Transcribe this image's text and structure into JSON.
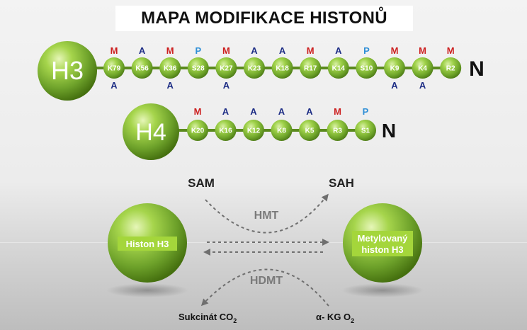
{
  "title": "MAPA MODIFIKACE HISTONŮ",
  "colors": {
    "M": "#cc1f1f",
    "A": "#1f2f86",
    "P": "#2f8fd6",
    "bead": "#8dc63f",
    "arrow": "#6f6f6f",
    "arrow_label": "#7a7a7a"
  },
  "h3": {
    "name": "H3",
    "terminal": "N",
    "residues": [
      "K79",
      "K56",
      "K36",
      "S28",
      "K27",
      "K23",
      "K18",
      "R17",
      "K14",
      "S10",
      "K9",
      "K4",
      "R2"
    ],
    "top_marks": [
      "M",
      "A",
      "M",
      "P",
      "M",
      "A",
      "A",
      "M",
      "A",
      "P",
      "M",
      "M",
      "M"
    ],
    "bottom_marks": [
      "A",
      "",
      "A",
      "",
      "A",
      "",
      "",
      "",
      "",
      "",
      "A",
      "A",
      ""
    ]
  },
  "h4": {
    "name": "H4",
    "terminal": "N",
    "residues": [
      "K20",
      "K16",
      "K12",
      "K8",
      "K5",
      "R3",
      "S1"
    ],
    "top_marks": [
      "M",
      "A",
      "A",
      "A",
      "A",
      "M",
      "P"
    ]
  },
  "reaction": {
    "substrate": "Histon H3",
    "product_line1": "Metylovaný",
    "product_line2": "histon H3",
    "sam": "SAM",
    "sah": "SAH",
    "enzyme_forward": "HMT",
    "enzyme_reverse": "HDMT",
    "succinate": "Sukcinát  CO",
    "succinate_sub": "2",
    "akg": "α- KG O",
    "akg_sub": "2"
  }
}
